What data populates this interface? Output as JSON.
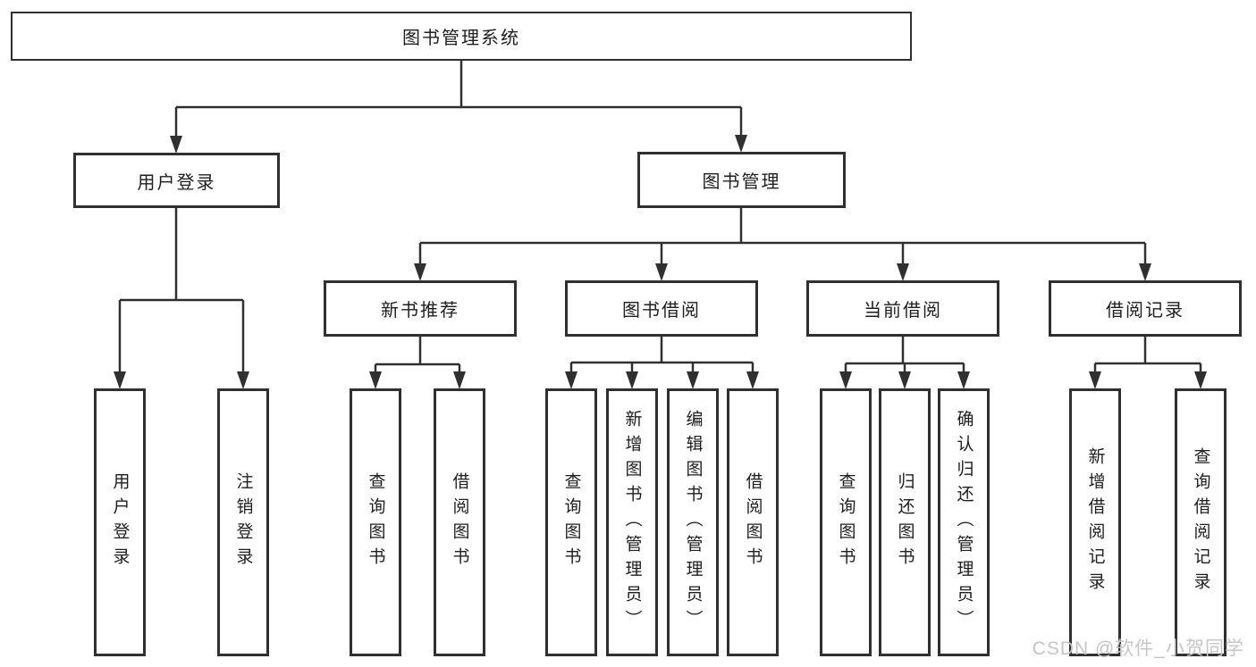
{
  "diagram_title": "图书管理系统",
  "tree": {
    "root": {
      "label": "图书管理系统",
      "children": [
        {
          "label": "用户登录",
          "children": [
            {
              "label": "用户登录"
            },
            {
              "label": "注销登录"
            }
          ]
        },
        {
          "label": "图书管理",
          "children": [
            {
              "label": "新书推荐",
              "children": [
                {
                  "label": "查询图书"
                },
                {
                  "label": "借阅图书"
                }
              ]
            },
            {
              "label": "图书借阅",
              "children": [
                {
                  "label": "查询图书"
                },
                {
                  "label": "新增图书（管理员）"
                },
                {
                  "label": "编辑图书（管理员）"
                },
                {
                  "label": "借阅图书"
                }
              ]
            },
            {
              "label": "当前借阅",
              "children": [
                {
                  "label": "查询图书"
                },
                {
                  "label": "归还图书"
                },
                {
                  "label": "确认归还（管理员）"
                }
              ]
            },
            {
              "label": "借阅记录",
              "children": [
                {
                  "label": "新增借阅记录"
                },
                {
                  "label": "查询借阅记录"
                }
              ]
            }
          ]
        }
      ]
    }
  },
  "watermark": "CSDN @软件_小贺同学",
  "colors": {
    "line": "#303030",
    "text": "#1e1e1e",
    "watermark": "#c5c5c8",
    "background": "#ffffff"
  }
}
